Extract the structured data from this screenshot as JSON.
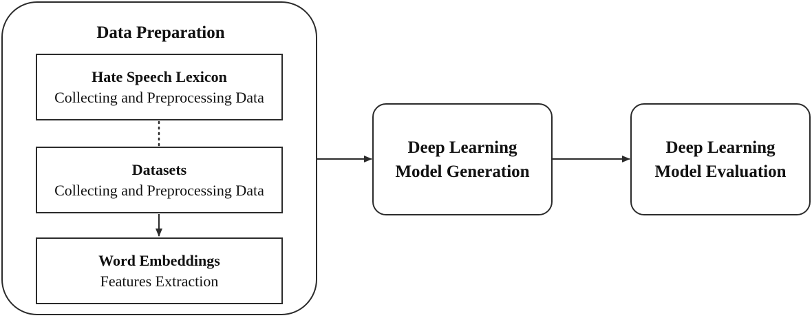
{
  "data_preparation": {
    "title": "Data Preparation",
    "lexicon": {
      "title": "Hate Speech Lexicon",
      "body": "Collecting and Preprocessing Data"
    },
    "datasets": {
      "title": "Datasets",
      "body": "Collecting and Preprocessing Data"
    },
    "embeddings": {
      "title": "Word Embeddings",
      "body": "Features Extraction"
    }
  },
  "model_generation": {
    "title": "Deep Learning Model Generation"
  },
  "model_evaluation": {
    "title": "Deep Learning Model Evaluation"
  },
  "colors": {
    "stroke": "#2b2b2b",
    "background": "#ffffff",
    "text": "#111111"
  }
}
